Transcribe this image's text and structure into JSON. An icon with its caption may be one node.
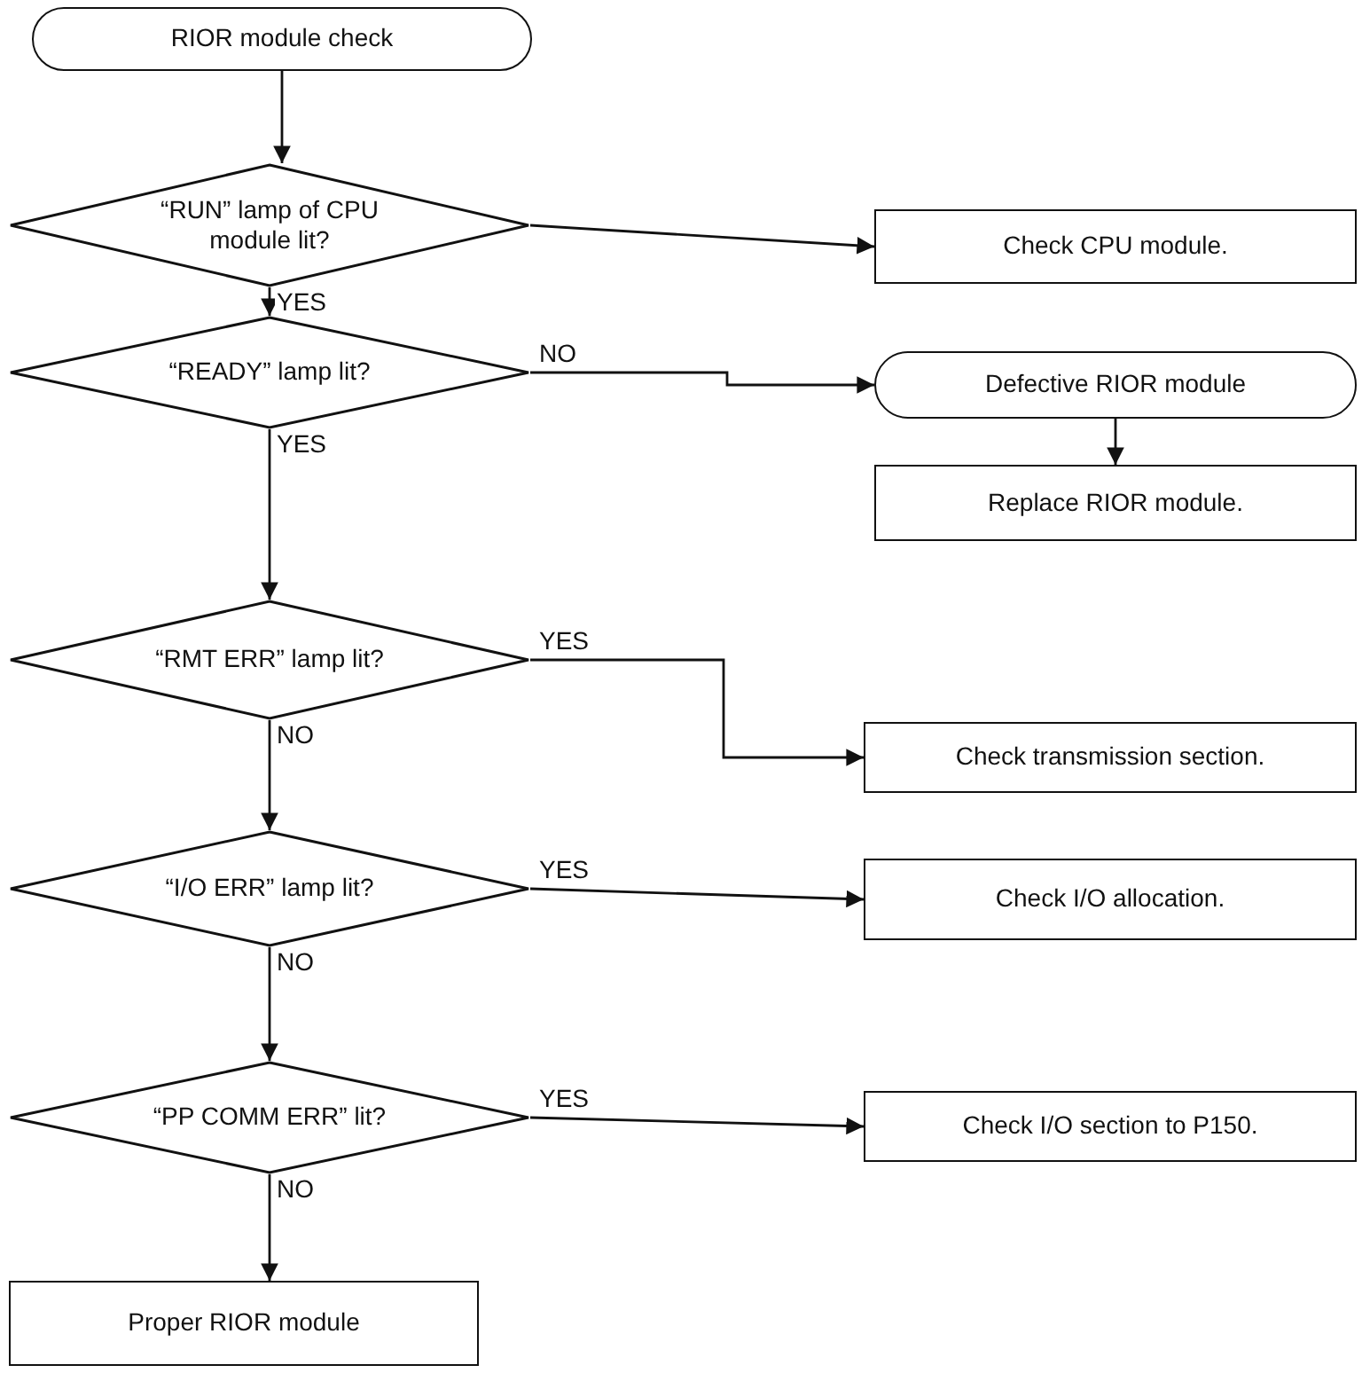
{
  "diagram": {
    "nodes": [
      {
        "text": [
          "RIOR module check"
        ]
      },
      {
        "text": [
          "“RUN” lamp of CPU module lit?"
        ]
      },
      {
        "text": [
          "Check CPU module."
        ]
      },
      {
        "text": [
          "“READY” lamp lit?"
        ]
      },
      {
        "text": [
          "Defective RIOR module"
        ]
      },
      {
        "text": [
          "Replace RIOR module."
        ]
      },
      {
        "text": [
          "“RMT ERR” lamp lit?"
        ]
      },
      {
        "text": [
          "Check transmission section."
        ]
      },
      {
        "text": [
          "“I/O ERR” lamp lit?"
        ]
      },
      {
        "text": [
          "Check I/O allocation."
        ]
      },
      {
        "text": [
          "“PP COMM ERR” lit?"
        ]
      },
      {
        "text": [
          "Check I/O section to P150."
        ]
      },
      {
        "text": [
          "Proper RIOR module"
        ]
      }
    ],
    "edges": [
      {
        "from": 0,
        "to": 1,
        "arrow": "to"
      },
      {
        "from": 1,
        "to": 2,
        "arrow": "to"
      },
      {
        "from": 1,
        "to": 3,
        "arrow": "to",
        "label": "YES"
      },
      {
        "from": 3,
        "to": 4,
        "arrow": "to",
        "label": "NO"
      },
      {
        "from": 4,
        "to": 5,
        "arrow": "to"
      },
      {
        "from": 3,
        "to": 6,
        "arrow": "to",
        "label": "YES"
      },
      {
        "from": 6,
        "to": 7,
        "arrow": "to",
        "label": "YES"
      },
      {
        "from": 6,
        "to": 8,
        "arrow": "to",
        "label": "NO"
      },
      {
        "from": 8,
        "to": 9,
        "arrow": "to",
        "label": "YES"
      },
      {
        "from": 8,
        "to": 10,
        "arrow": "to",
        "label": "NO"
      },
      {
        "from": 10,
        "to": 11,
        "arrow": "to",
        "label": "YES"
      },
      {
        "from": 10,
        "to": 12,
        "arrow": "to",
        "label": "NO"
      }
    ]
  }
}
